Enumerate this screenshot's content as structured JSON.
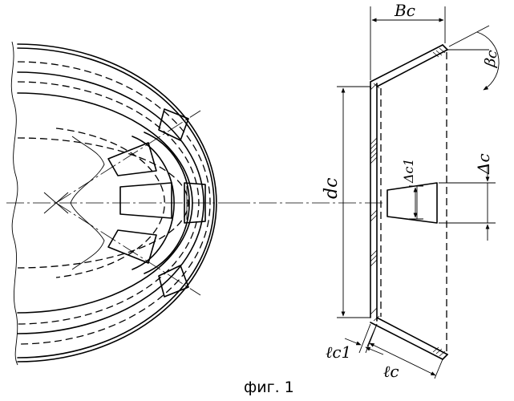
{
  "figure": {
    "caption": "фиг. 1"
  },
  "labels": {
    "Bc": "Bc",
    "beta_c": "βc",
    "d_c": "dc",
    "delta_c1": "Δc1",
    "delta_c": "Δc",
    "l_c1": "ℓc1",
    "l_c": "ℓc"
  }
}
